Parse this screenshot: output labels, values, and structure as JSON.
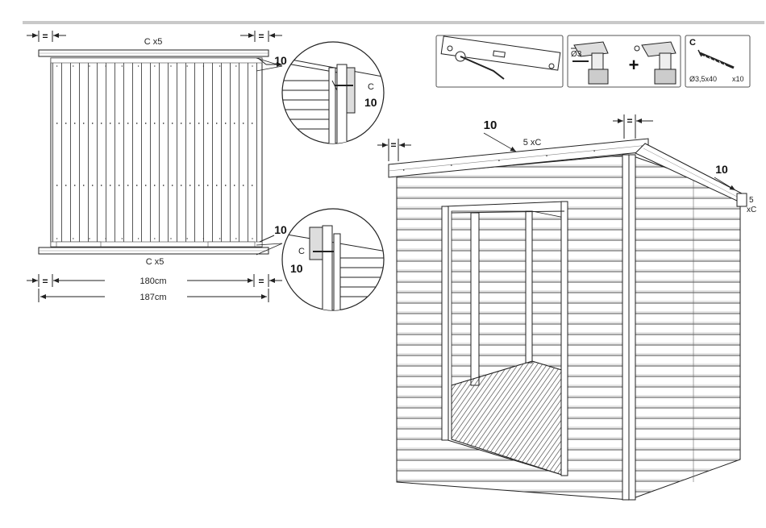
{
  "plan": {
    "top_label": "C x5",
    "bottom_label": "C x5",
    "step_top": "10",
    "step_bottom": "10",
    "equal_sign": "=",
    "inner_width": "180cm",
    "outer_width": "187cm"
  },
  "detail_top": {
    "screw": "C",
    "step": "10"
  },
  "detail_bottom": {
    "screw": "C",
    "step": "10"
  },
  "tools": {
    "drill_bit": "Ø3",
    "plus": "+",
    "screw_label": "C",
    "screw_size": "Ø3,5x40",
    "screw_count": "x10"
  },
  "shed": {
    "step_front": "10",
    "front_screws": "5 xC",
    "equal_sign": "=",
    "step_side": "10",
    "side_count": "5",
    "side_screw": "xC"
  }
}
